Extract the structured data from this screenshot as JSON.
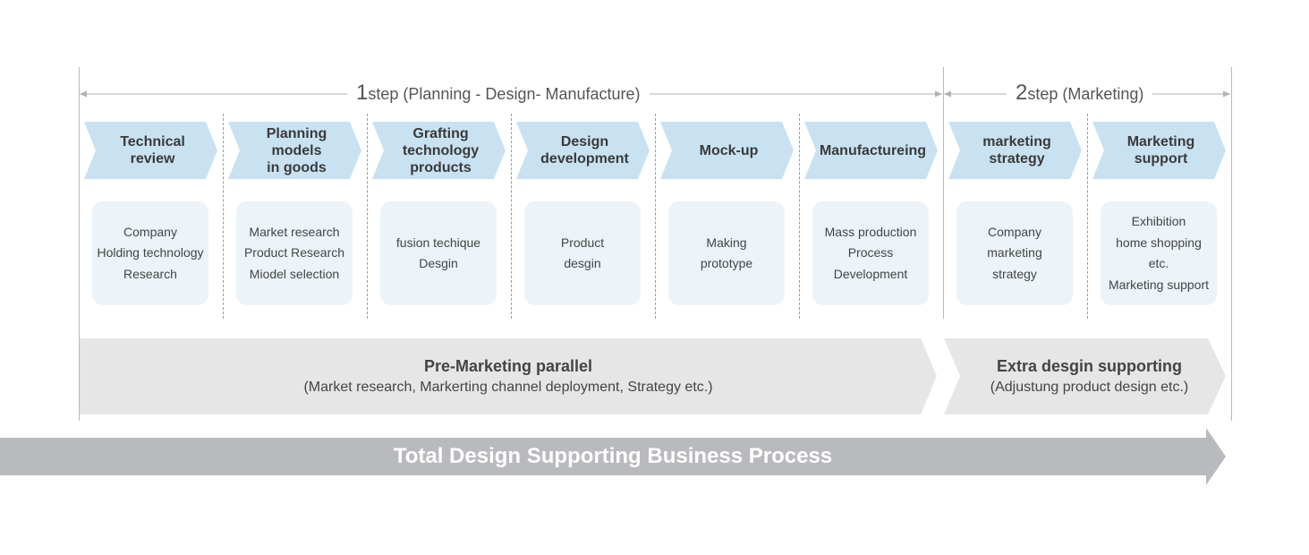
{
  "steps": [
    {
      "num": "1",
      "label": "step (Planning - Design- Manufacture)"
    },
    {
      "num": "2",
      "label": "step (Marketing)"
    }
  ],
  "stages": [
    {
      "title": "Technical\nreview",
      "detail": "Company\nHolding technology\nResearch"
    },
    {
      "title": "Planning models\nin goods",
      "detail": "Market research\nProduct Research\nMiodel selection"
    },
    {
      "title": "Grafting\ntechnology\nproducts",
      "detail": "fusion techique\nDesgin"
    },
    {
      "title": "Design\ndevelopment",
      "detail": "Product\ndesgin"
    },
    {
      "title": "Mock-up",
      "detail": "Making\nprototype"
    },
    {
      "title": "Manufactureing",
      "detail": "Mass production\nProcess\nDevelopment"
    },
    {
      "title": "marketing\nstrategy",
      "detail": "Company\nmarketing\nstrategy"
    },
    {
      "title": "Marketing\nsupport",
      "detail": "Exhibition\nhome shopping\netc.\nMarketing support"
    }
  ],
  "bands": [
    {
      "title": "Pre-Marketing parallel",
      "subtitle": "(Market research, Markerting channel deployment, Strategy etc.)"
    },
    {
      "title": "Extra desgin supporting",
      "subtitle": "(Adjustung product design etc.)"
    }
  ],
  "total": "Total Design Supporting Business Process",
  "colors": {
    "chevron": "#c9e2f1",
    "card": "#ecf4f9",
    "band": "#e6e6e6",
    "total_arrow": "#b9babd"
  }
}
